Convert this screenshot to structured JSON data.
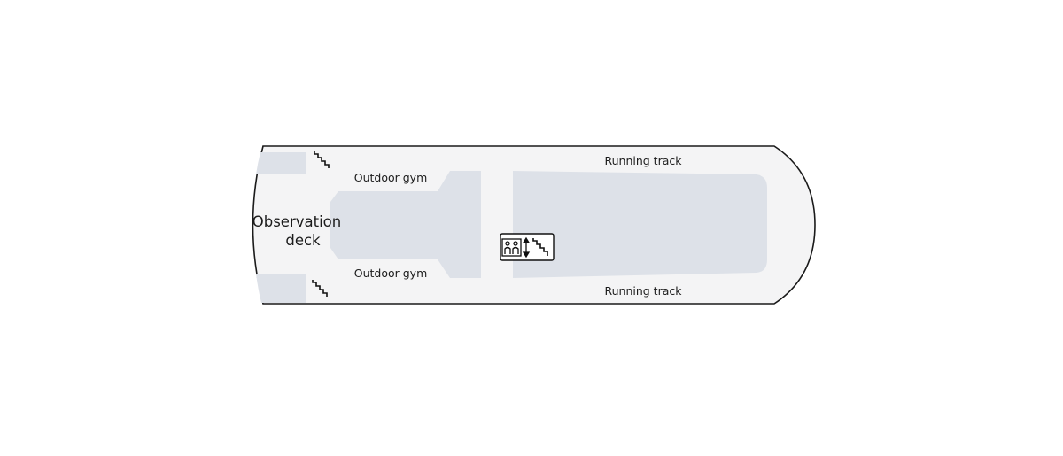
{
  "deck": {
    "observation_deck": {
      "line1": "Observation",
      "line2": "deck"
    },
    "outdoor_gym_top": "Outdoor gym",
    "outdoor_gym_bottom": "Outdoor gym",
    "running_track_top": "Running track",
    "running_track_bottom": "Running track"
  },
  "icons": {
    "stairs_top": "stairs-icon",
    "stairs_bottom": "stairs-icon",
    "elevator": "elevator-icon",
    "elevator_arrows": "up-down-arrows-icon",
    "stairs_center": "stairs-icon"
  },
  "colors": {
    "hull_fill": "#f4f4f5",
    "hull_stroke": "#1a1a1a",
    "area_fill": "#dde1e8",
    "text": "#1c1c1c"
  }
}
